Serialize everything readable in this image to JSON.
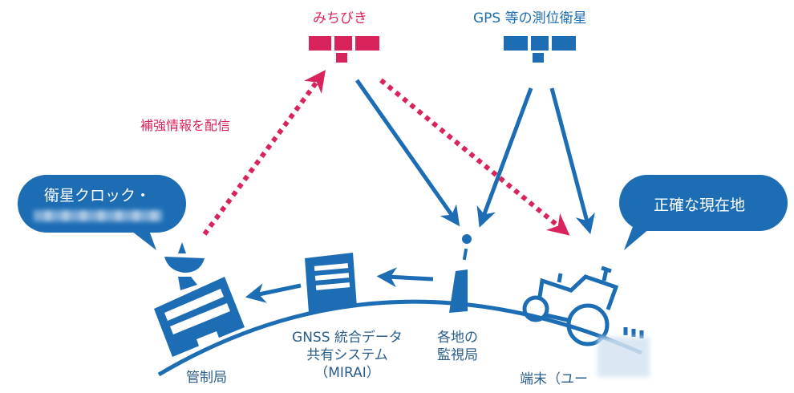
{
  "colors": {
    "blue": "#1c6db4",
    "pink": "#d8245a",
    "label": "#2a5d8a"
  },
  "satellites": {
    "michibiki": {
      "label": "みちびき"
    },
    "gps": {
      "label": "GPS 等の測位衛星"
    }
  },
  "arrows": {
    "distribute_label": "補強情報を配信"
  },
  "bubbles": {
    "left": {
      "line1": "衛星クロック・"
    },
    "right": {
      "text": "正確な現在地"
    }
  },
  "nodes": {
    "control": {
      "label": "管制局"
    },
    "mirai": {
      "line1": "GNSS 統合データ",
      "line2": "共有システム",
      "line3": "（MIRAI）"
    },
    "monitor": {
      "line1": "各地の",
      "line2": "監視局"
    },
    "terminal": {
      "label": "端末（ユー"
    }
  }
}
